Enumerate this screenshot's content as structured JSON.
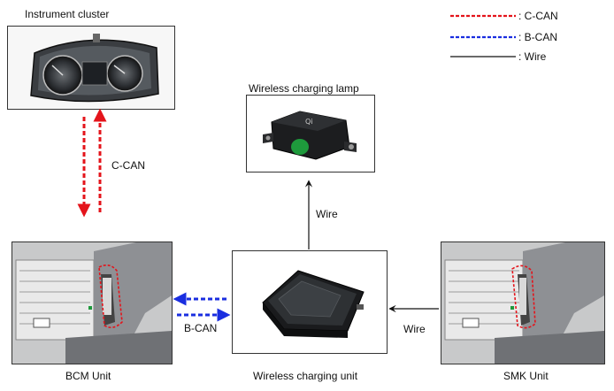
{
  "legend": {
    "items": [
      {
        "label": ": C-CAN",
        "color": "#e4141b",
        "style": "dashed"
      },
      {
        "label": ": B-CAN",
        "color": "#1a2ee0",
        "style": "dashed"
      },
      {
        "label": ": Wire",
        "color": "#111111",
        "style": "solid"
      }
    ]
  },
  "components": {
    "instrument_cluster": "Instrument cluster",
    "wireless_charging_lamp": "Wireless charging lamp",
    "bcm_unit": "BCM Unit",
    "wireless_charging_unit": "Wireless charging unit",
    "smk_unit": "SMK Unit"
  },
  "connections": {
    "cluster_bcm": "C-CAN",
    "bcm_wcu": "B-CAN",
    "wcu_lamp": "Wire",
    "smk_wcu": "Wire"
  },
  "colors": {
    "c_can": "#e4141b",
    "b_can": "#1a2ee0",
    "wire": "#111111",
    "module_highlight": "#e4141b",
    "lamp_indicator": "#1e9a3c"
  }
}
